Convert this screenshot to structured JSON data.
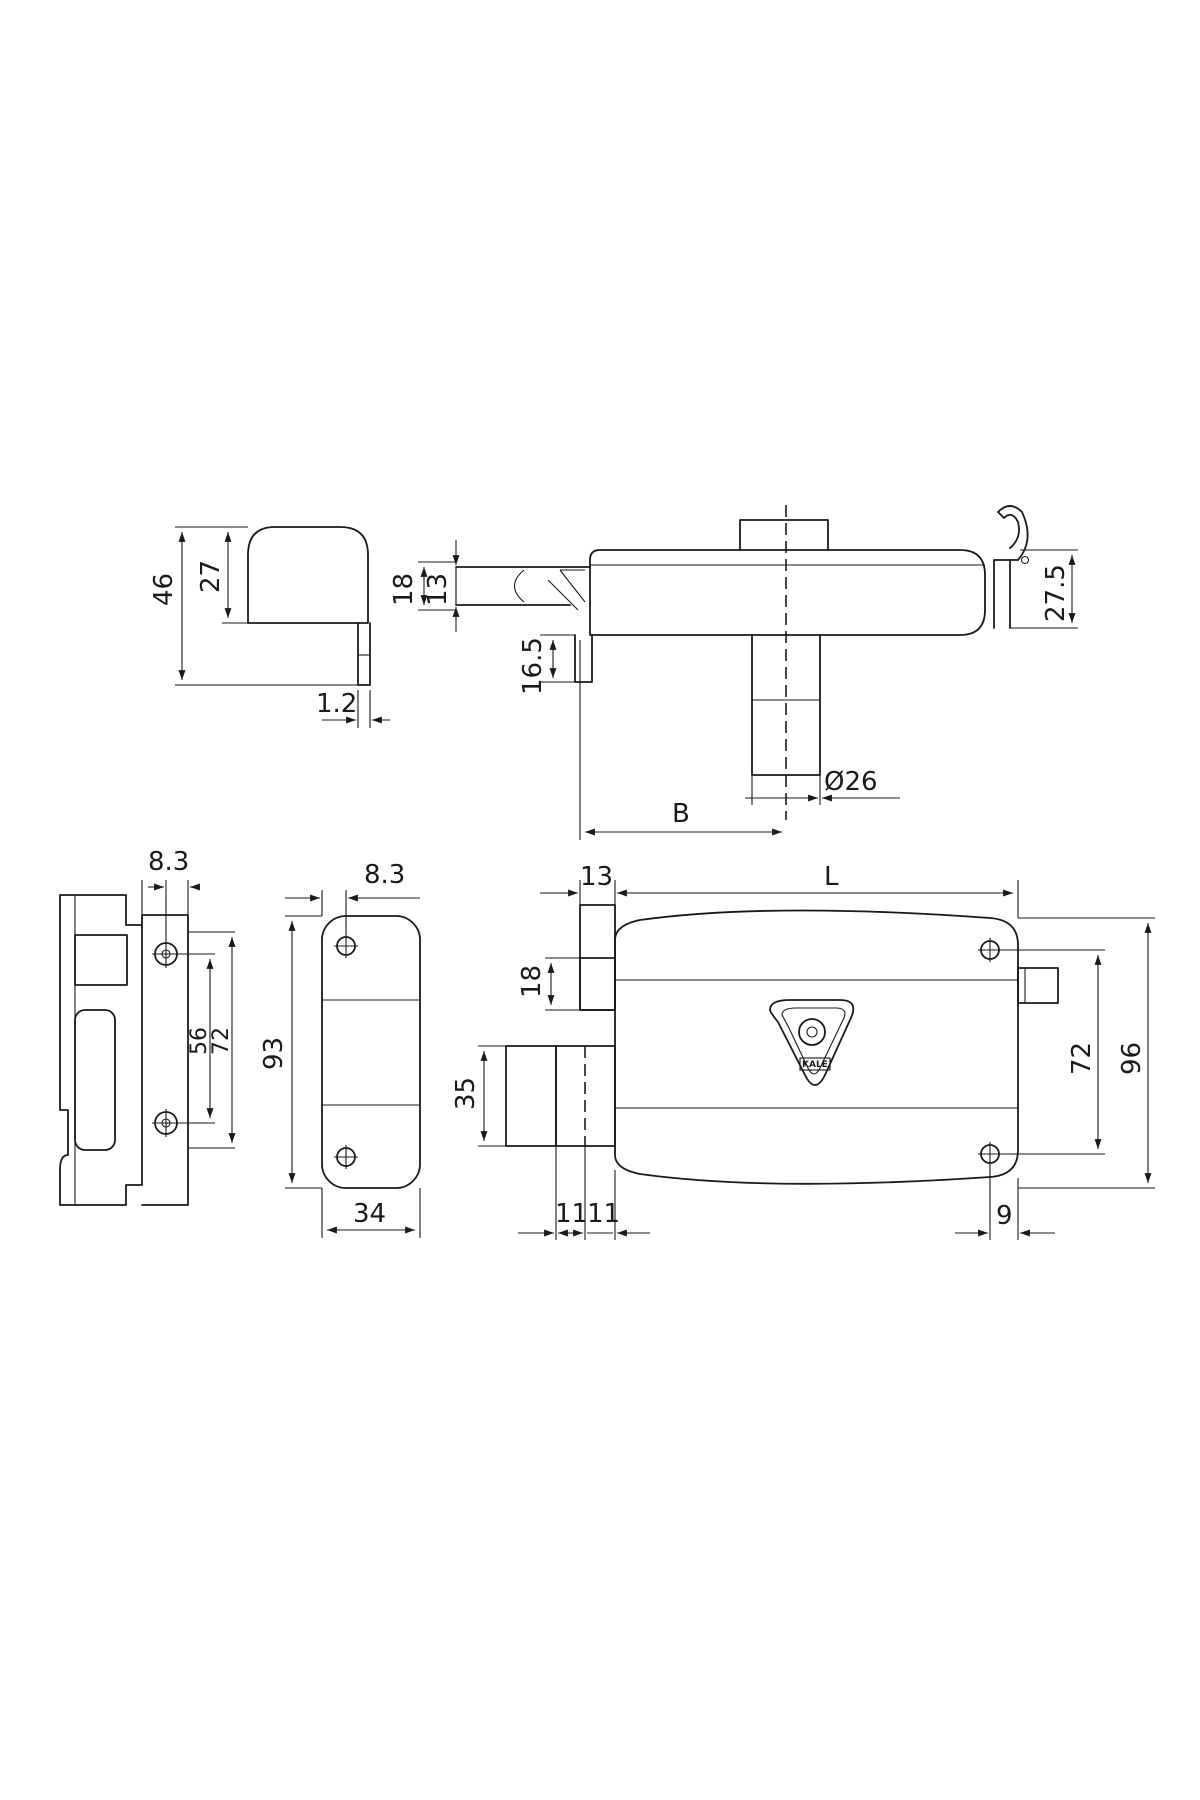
{
  "diagram": {
    "brand_mark": "KALE",
    "top_views": {
      "cover": {
        "dim_46": "46",
        "dim_27": "27",
        "dim_1_2": "1.2"
      },
      "side": {
        "dim_18": "18",
        "dim_13": "13",
        "dim_16_5": "16.5",
        "dim_27_5": "27.5",
        "dim_d26": "Ø26",
        "dim_b": "B"
      }
    },
    "strike_plate": {
      "dim_8_3": "8.3",
      "dim_56": "56",
      "dim_72": "72"
    },
    "keeper": {
      "dim_8_3": "8.3",
      "dim_93": "93",
      "dim_34": "34"
    },
    "front_view": {
      "dim_13": "13",
      "dim_l": "L",
      "dim_18": "18",
      "dim_35": "35",
      "dim_11a": "11",
      "dim_11b": "11",
      "dim_72": "72",
      "dim_96": "96",
      "dim_9": "9"
    }
  }
}
